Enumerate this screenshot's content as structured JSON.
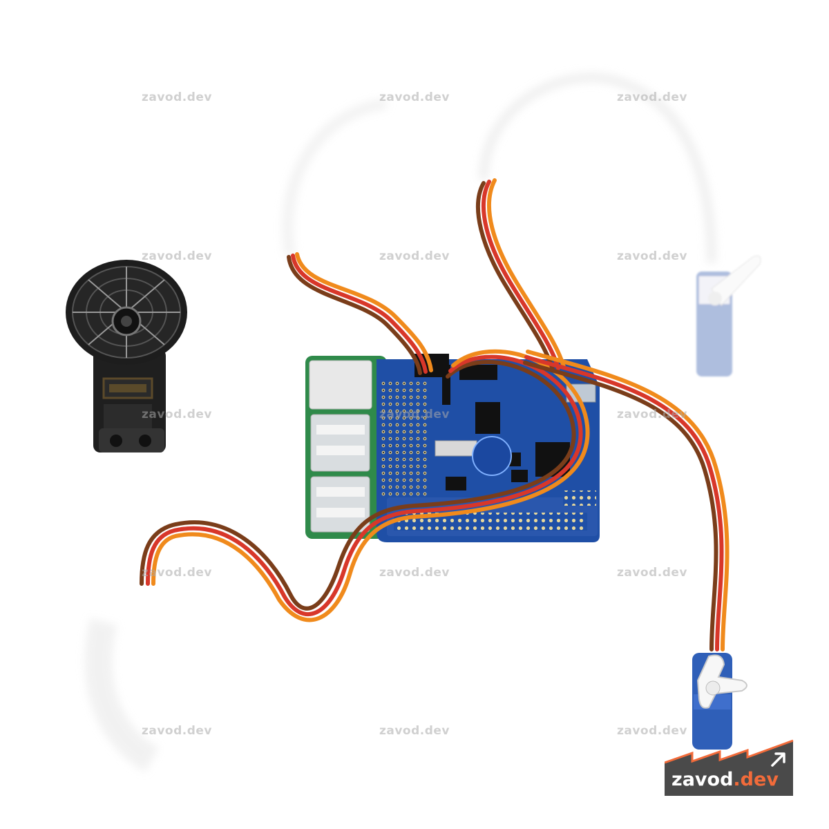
{
  "watermarks": {
    "r1": [
      "zavod.dev",
      "zavod.dev",
      "zavod.dev"
    ],
    "r2": [
      "zavod.dev",
      "zavod.dev",
      "zavod.dev"
    ],
    "r3": [
      "zavod.dev",
      "zavod.dev",
      "zavod.dev"
    ],
    "r4": [
      "zavod.dev",
      "zavod.dev",
      "zavod.dev"
    ],
    "r5": [
      "zavod.dev",
      "zavod.dev",
      "zavod.dev"
    ]
  },
  "logo": {
    "name_part": "zavod",
    "suffix_part": ".dev",
    "colors": {
      "plate": "#4a4a4a",
      "accent": "#f26b3a",
      "text": "#ffffff"
    },
    "icon": "arrow-up-right-icon"
  },
  "palette": {
    "board_blue": "#1f4fa6",
    "pcb_green": "#2f8a4a",
    "wire_orange": "#f08a1c",
    "wire_red": "#d8372a",
    "wire_brown": "#7a3d1a",
    "servo_black": "#1f1f1f",
    "servo_blue": "#2f5fb8"
  }
}
